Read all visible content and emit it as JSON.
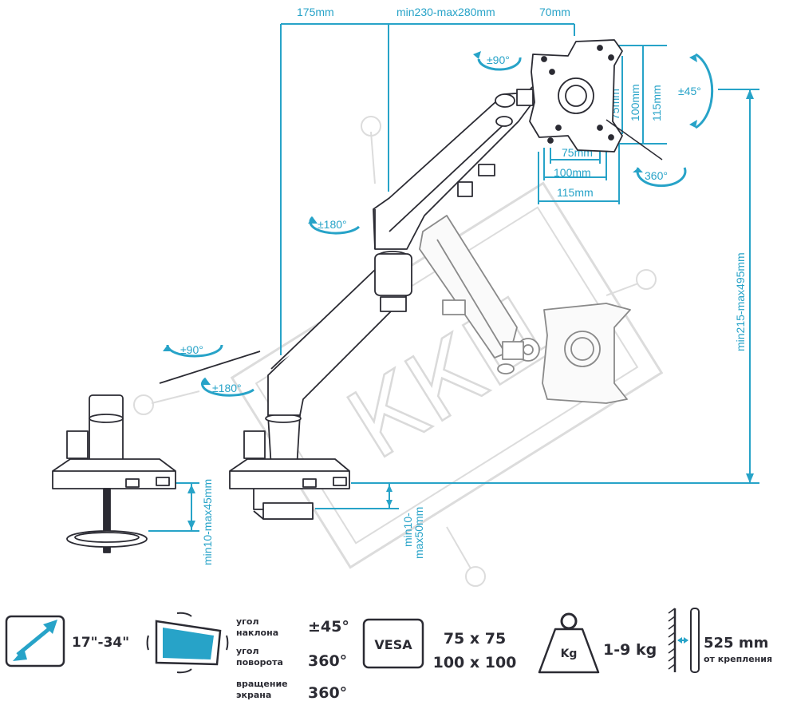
{
  "dimensions": {
    "top_left": "175mm",
    "top_mid": "min230-max280mm",
    "top_right": "70mm",
    "vesa_vertical": [
      "75mm",
      "100mm",
      "115mm"
    ],
    "vesa_horizontal": [
      "75mm",
      "100mm",
      "115mm"
    ],
    "height_range": "min215-max495mm",
    "clamp_range": "min10-max45mm",
    "grommet_range_line1": "min10-",
    "grommet_range_line2": "max50mm"
  },
  "rotations": {
    "tilt_top": "±90°",
    "tilt_side": "±45°",
    "swivel_screen": "360°",
    "arm_upper": "±180°",
    "arm_lower": "±180°",
    "base_tilt": "±90°"
  },
  "watermark": "ККЦ",
  "footer": {
    "screen_size": "17\"-34\"",
    "tilt_label_1": "угол",
    "tilt_label_2": "наклона",
    "tilt_value": "±45°",
    "swivel_label_1": "угол",
    "swivel_label_2": "поворота",
    "swivel_value": "360°",
    "rotate_label_1": "вращение",
    "rotate_label_2": "экрана",
    "rotate_value": "360°",
    "vesa_badge": "VESA",
    "vesa_line_1": "75 x 75",
    "vesa_line_2": "100 x 100",
    "weight_badge": "Kg",
    "weight_value": "1-9 kg",
    "reach_value": "525 mm",
    "reach_caption": "от крепления"
  },
  "colors": {
    "accent": "#27a3c8",
    "line": "#2b2b33",
    "watermark": "#d9d9d9"
  }
}
